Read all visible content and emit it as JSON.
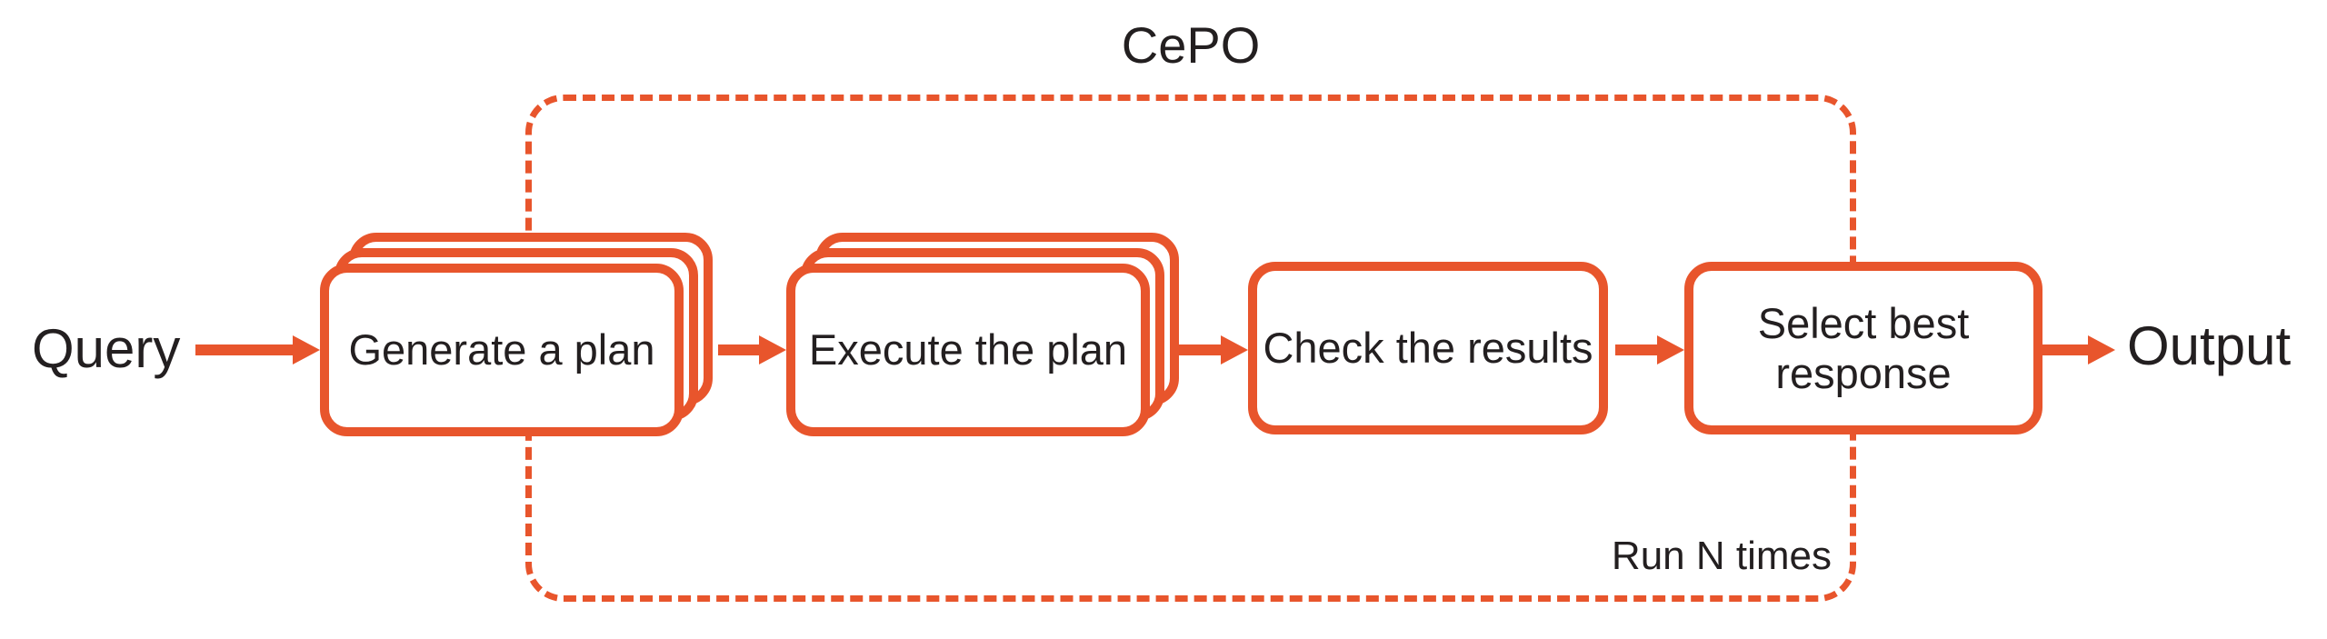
{
  "diagram": {
    "title": "CePO",
    "loop_label": "Run N times",
    "input_label": "Query",
    "output_label": "Output",
    "steps": [
      {
        "label": "Generate a plan",
        "stacked": true
      },
      {
        "label": "Execute the plan",
        "stacked": true
      },
      {
        "label": "Check the results",
        "stacked": false
      },
      {
        "label": "Select best response",
        "stacked": false
      }
    ],
    "colors": {
      "accent": "#e8552c",
      "text": "#231f20",
      "background": "#ffffff"
    }
  }
}
